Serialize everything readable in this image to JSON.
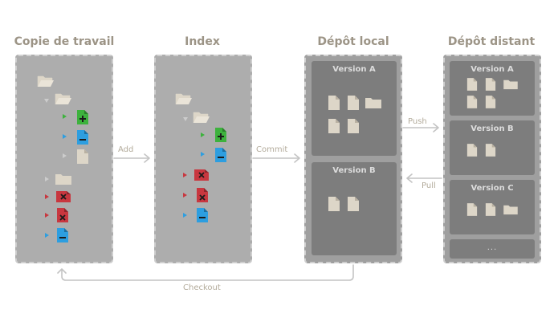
{
  "columns": {
    "working_copy": "Copie de travail",
    "index": "Index",
    "local_repo": "Dépôt local",
    "remote_repo": "Dépôt distant"
  },
  "local_versions": [
    "Version A",
    "Version B"
  ],
  "remote_versions": [
    "Version A",
    "Version B",
    "Version C"
  ],
  "remote_more": "...",
  "arrows": {
    "add": "Add",
    "commit": "Commit",
    "push": "Push",
    "pull": "Pull",
    "checkout": "Checkout"
  },
  "colors": {
    "file_beige": "#ddd6c8",
    "added_green": "#3db23d",
    "modified_blue": "#2d9ee0",
    "deleted_red": "#c8373f",
    "arrow_gray": "#c4c4c4",
    "label_tan": "#b3ab9b",
    "title_tan": "#9c9486"
  },
  "file_states": [
    "added",
    "modified",
    "untracked",
    "deleted"
  ]
}
